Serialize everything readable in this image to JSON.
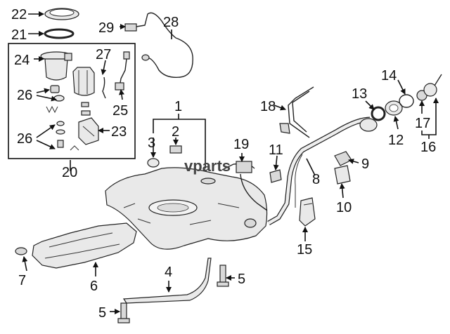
{
  "diagram": {
    "labels": {
      "l1": "1",
      "l2": "2",
      "l3": "3",
      "l4": "4",
      "l5a": "5",
      "l5b": "5",
      "l6": "6",
      "l7": "7",
      "l8": "8",
      "l9": "9",
      "l10": "10",
      "l11": "11",
      "l12": "12",
      "l13": "13",
      "l14": "14",
      "l15": "15",
      "l16": "16",
      "l17": "17",
      "l18": "18",
      "l19": "19",
      "l20": "20",
      "l21": "21",
      "l22": "22",
      "l23": "23",
      "l24": "24",
      "l25": "25",
      "l26a": "26",
      "l26b": "26",
      "l27": "27",
      "l28": "28",
      "l29": "29"
    },
    "watermark": "vparts",
    "colors": {
      "line": "#111111",
      "part_fill": "#e9e9e9",
      "part_shade": "#d9d9d9",
      "background": "#ffffff"
    }
  }
}
